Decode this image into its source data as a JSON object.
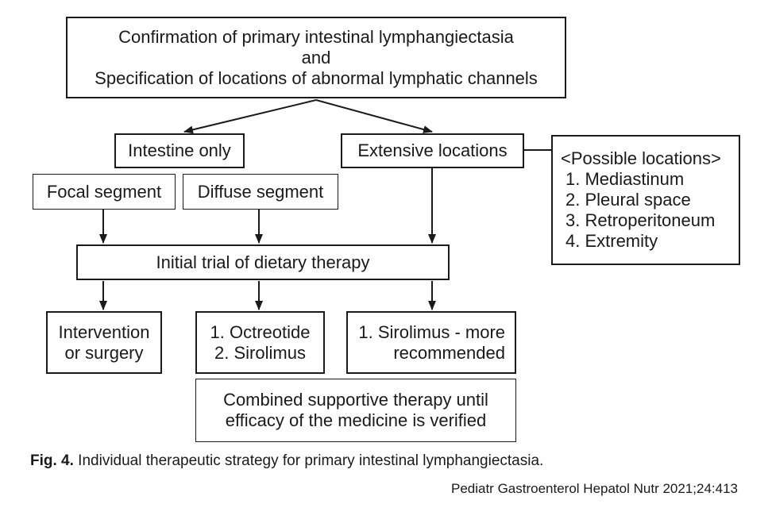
{
  "diagram": {
    "top": {
      "line1": "Confirmation of primary intestinal lymphangiectasia",
      "line2": "and",
      "line3": "Specification of locations of abnormal lymphatic channels"
    },
    "intestine_only": "Intestine only",
    "extensive_locations": "Extensive locations",
    "possible_locations": {
      "title": "<Possible locations>",
      "items": [
        "1. Mediastinum",
        "2. Pleural space",
        "3. Retroperitoneum",
        "4. Extremity"
      ]
    },
    "focal_segment": "Focal segment",
    "diffuse_segment": "Diffuse segment",
    "dietary_therapy": "Initial trial of dietary therapy",
    "intervention": {
      "line1": "Intervention",
      "line2": "or surgery"
    },
    "medication": {
      "line1": "1. Octreotide",
      "line2": "2. Sirolimus"
    },
    "sirolimus": {
      "line1": "1. Sirolimus - more",
      "line2": "recommended"
    },
    "supportive": {
      "line1": "Combined supportive therapy until",
      "line2": "efficacy of the medicine is verified"
    }
  },
  "caption": {
    "label": "Fig. 4.",
    "text": " Individual therapeutic strategy for primary intestinal lymphangiectasia."
  },
  "citation": "Pediatr Gastroenterol Hepatol Nutr 2021;24:413"
}
